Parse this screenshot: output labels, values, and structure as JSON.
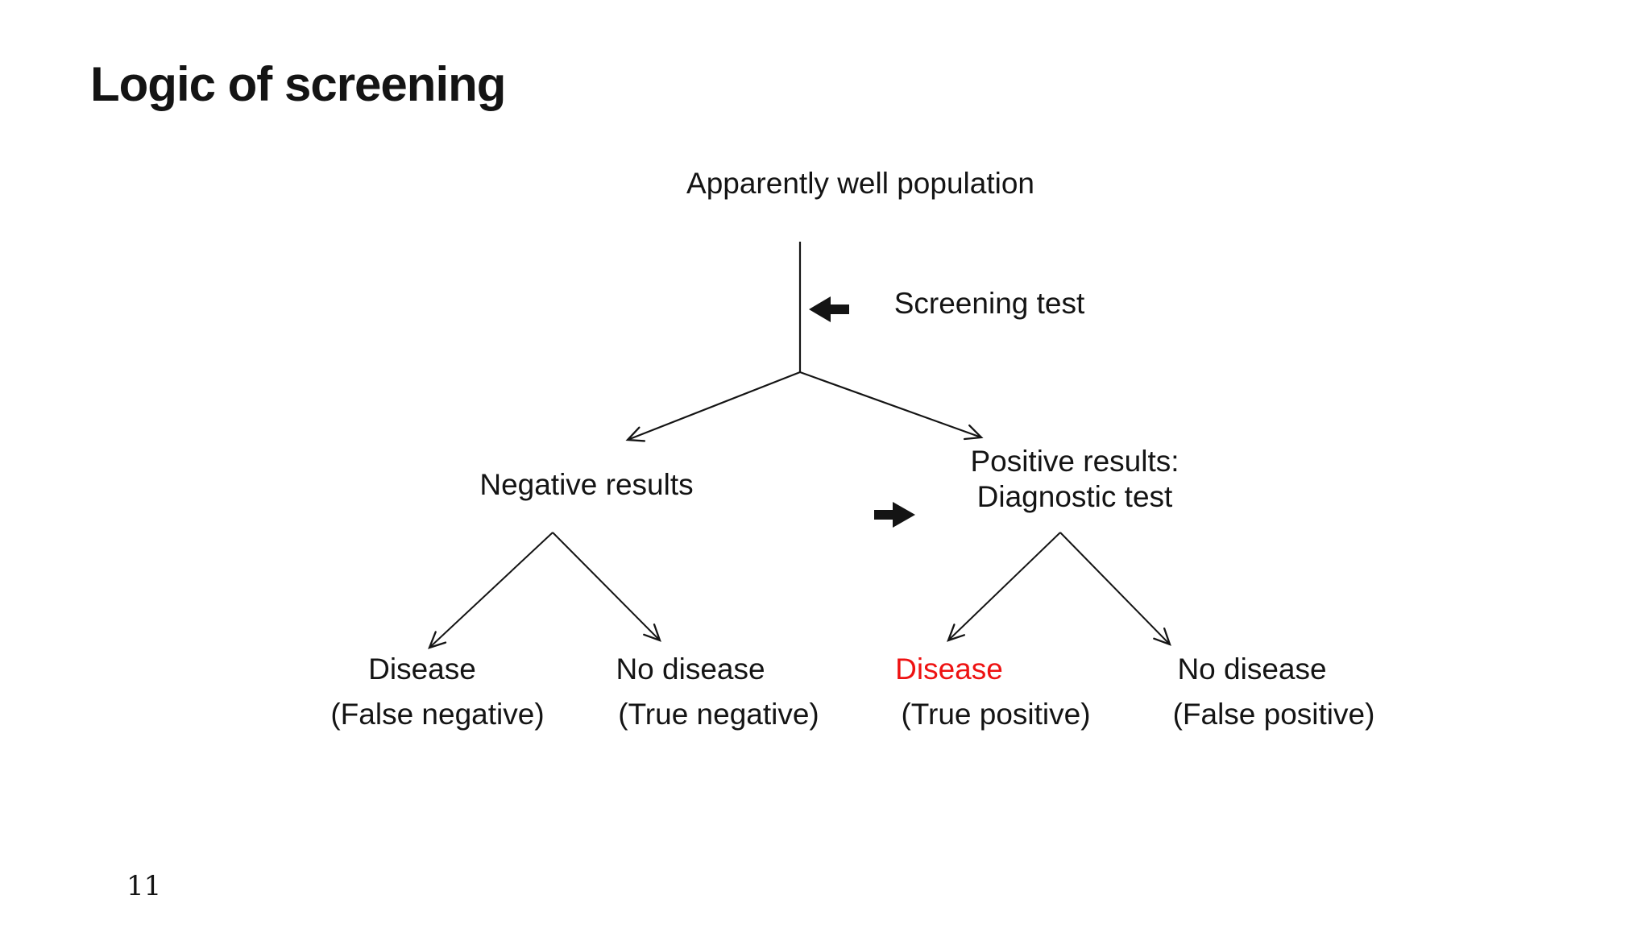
{
  "slide": {
    "title": "Logic of screening",
    "page_number": "11",
    "colors": {
      "background": "#ffffff",
      "text": "#141414",
      "line": "#141414",
      "highlight_red": "#ee1212"
    }
  },
  "diagram": {
    "root_label": "Apparently well population",
    "screening_step": {
      "icon": "left-block-arrow-icon",
      "label": "Screening test"
    },
    "left_branch": {
      "label": "Negative results",
      "children": [
        {
          "line1": "Disease",
          "line2": "(False negative)"
        },
        {
          "line1": "No disease",
          "line2": "(True negative)"
        }
      ]
    },
    "right_branch": {
      "label_line1": "Positive results:",
      "label_line2": "Diagnostic test",
      "icon": "right-block-arrow-icon",
      "children": [
        {
          "line1": "Disease",
          "line2": "(True positive)",
          "highlighted": true
        },
        {
          "line1": "No disease",
          "line2": "(False positive)"
        }
      ]
    }
  }
}
